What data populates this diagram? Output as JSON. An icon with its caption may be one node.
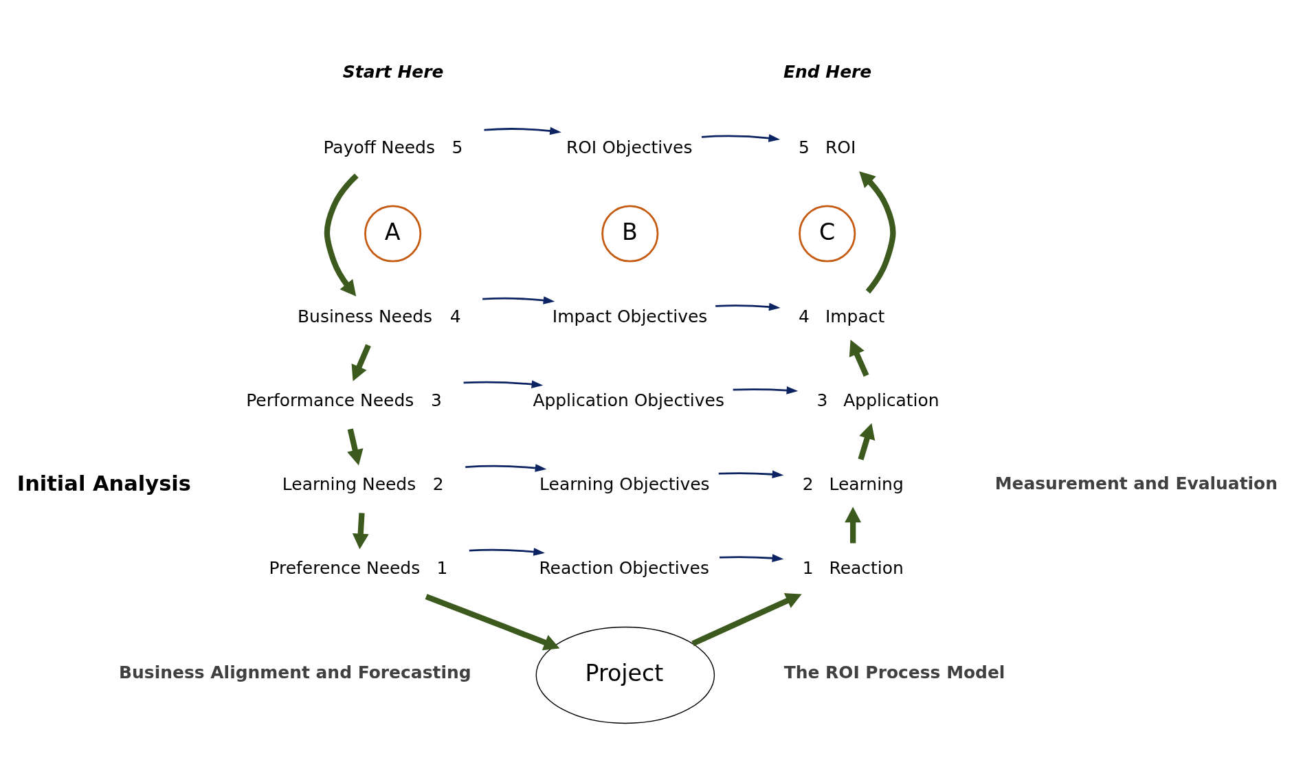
{
  "diagram": {
    "nodes": [
      {
        "text": [
          "Payoff Needs"
        ],
        "beside": [
          "5"
        ]
      },
      {
        "text": [
          "Business Needs"
        ],
        "beside": [
          "4"
        ]
      },
      {
        "text": [
          "Performance Needs"
        ],
        "beside": [
          "3"
        ]
      },
      {
        "text": [
          "Learning Needs"
        ],
        "beside": [
          "2"
        ]
      },
      {
        "text": [
          "Preference Needs"
        ],
        "beside": [
          "1"
        ]
      },
      {
        "text": [
          "Project"
        ]
      },
      {
        "text": [
          "Reaction"
        ],
        "beside": [
          "1"
        ]
      },
      {
        "text": [
          "Learning"
        ],
        "beside": [
          "2"
        ]
      },
      {
        "text": [
          "Application"
        ],
        "beside": [
          "3"
        ]
      },
      {
        "text": [
          "Impact"
        ],
        "beside": [
          "4"
        ]
      },
      {
        "text": [
          "ROI"
        ],
        "beside": [
          "5"
        ]
      },
      {
        "text": [
          "ROI Objectives"
        ]
      },
      {
        "text": [
          "Impact Objectives"
        ]
      },
      {
        "text": [
          "Application Objectives"
        ]
      },
      {
        "text": [
          "Learning Objectives"
        ]
      },
      {
        "text": [
          "Reaction Objectives"
        ]
      },
      {
        "text": [
          "A"
        ]
      },
      {
        "text": [
          "B"
        ]
      },
      {
        "text": [
          "C"
        ]
      }
    ],
    "edges": [
      {
        "from": 0,
        "to": 1,
        "arrow": "to",
        "style": "thick",
        "color": "#3d5a1e"
      },
      {
        "from": 1,
        "to": 2,
        "arrow": "to",
        "style": "thick",
        "color": "#3d5a1e"
      },
      {
        "from": 2,
        "to": 3,
        "arrow": "to",
        "style": "thick",
        "color": "#3d5a1e"
      },
      {
        "from": 3,
        "to": 4,
        "arrow": "to",
        "style": "thick",
        "color": "#3d5a1e"
      },
      {
        "from": 4,
        "to": 5,
        "arrow": "to",
        "style": "thick",
        "color": "#3d5a1e"
      },
      {
        "from": 5,
        "to": 6,
        "arrow": "to",
        "style": "thick",
        "color": "#3d5a1e"
      },
      {
        "from": 6,
        "to": 7,
        "arrow": "to",
        "style": "thick",
        "color": "#3d5a1e"
      },
      {
        "from": 7,
        "to": 8,
        "arrow": "to",
        "style": "thick",
        "color": "#3d5a1e"
      },
      {
        "from": 8,
        "to": 9,
        "arrow": "to",
        "style": "thick",
        "color": "#3d5a1e"
      },
      {
        "from": 9,
        "to": 10,
        "arrow": "to",
        "style": "thick",
        "color": "#3d5a1e"
      },
      {
        "from": 0,
        "to": 11,
        "arrow": "to",
        "color": "#0d2463"
      },
      {
        "from": 11,
        "to": 10,
        "arrow": "to",
        "color": "#0d2463"
      },
      {
        "from": 1,
        "to": 12,
        "arrow": "to",
        "color": "#0d2463"
      },
      {
        "from": 12,
        "to": 9,
        "arrow": "to",
        "color": "#0d2463"
      },
      {
        "from": 2,
        "to": 13,
        "arrow": "to",
        "color": "#0d2463"
      },
      {
        "from": 13,
        "to": 8,
        "arrow": "to",
        "color": "#0d2463"
      },
      {
        "from": 3,
        "to": 14,
        "arrow": "to",
        "color": "#0d2463"
      },
      {
        "from": 14,
        "to": 7,
        "arrow": "to",
        "color": "#0d2463"
      },
      {
        "from": 4,
        "to": 15,
        "arrow": "to",
        "color": "#0d2463"
      },
      {
        "from": 15,
        "to": 6,
        "arrow": "to",
        "color": "#0d2463"
      }
    ],
    "labels": [
      "Start Here",
      "End Here",
      "Initial Analysis",
      "Measurement and Evaluation",
      "Business Alignment and Forecasting",
      "The ROI Process Model"
    ]
  }
}
